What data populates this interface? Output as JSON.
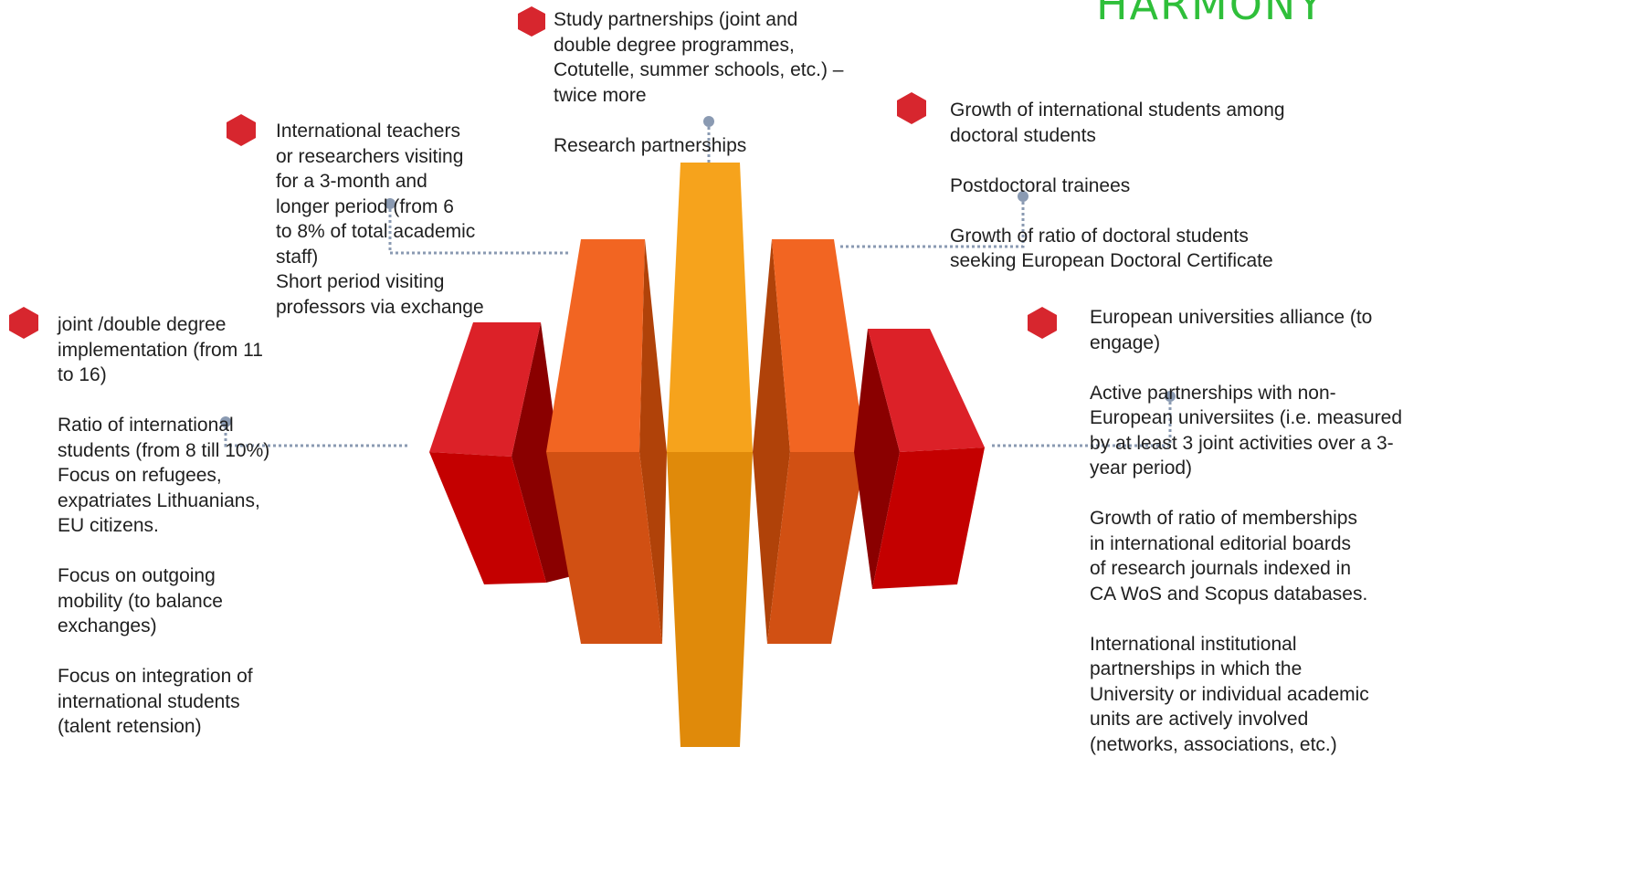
{
  "logo_text": "HARMONY",
  "colors": {
    "red_front": "#c40000",
    "red_side": "#8a0000",
    "red_top": "#dc2128",
    "orange_top": "#f26522",
    "orange_bottom": "#d15013",
    "orange_side": "#b04209",
    "yellow_top": "#f6a31c",
    "yellow_bottom": "#e08a0a",
    "connector": "#8a9ab2",
    "bullet": "#d7262e"
  },
  "blocks": {
    "top": "Study partnerships (joint and\ndouble degree programmes,\nCotutelle, summer schools, etc.) –\ntwice more\n\nResearch partnerships",
    "upper_left": "International teachers\nor    researchers visiting\nfor a 3-month and\nlonger period (from 6\nto 8% of total academic\nstaff)\nShort period visiting\nprofessors via exchange",
    "upper_right": "Growth of international students among\ndoctoral students\n\nPostdoctoral trainees\n\nGrowth of ratio of doctoral students\nseeking European Doctoral Certificate",
    "left": "joint /double degree\nimplementation (from 11\nto 16)\n\nRatio of international\nstudents (from 8 till 10%)\nFocus on refugees,\nexpatriates Lithuanians,\nEU citizens.\n\nFocus on outgoing\nmobility (to balance\nexchanges)\n\nFocus on integration of\ninternational students\n(talent retension)",
    "right": "European universities alliance (to\nengage)\n\nActive partnerships with non-\nEuropean universiites (i.e.  measured\nby at least 3 joint activities over a 3-\nyear period)\n\nGrowth of ratio of memberships\nin international editorial boards\nof research journals indexed in\nCA WoS and Scopus databases.\n\nInternational institutional\npartnerships in which the\nUniversity or individual academic\nunits are actively involved\n(networks, associations, etc.)"
  }
}
